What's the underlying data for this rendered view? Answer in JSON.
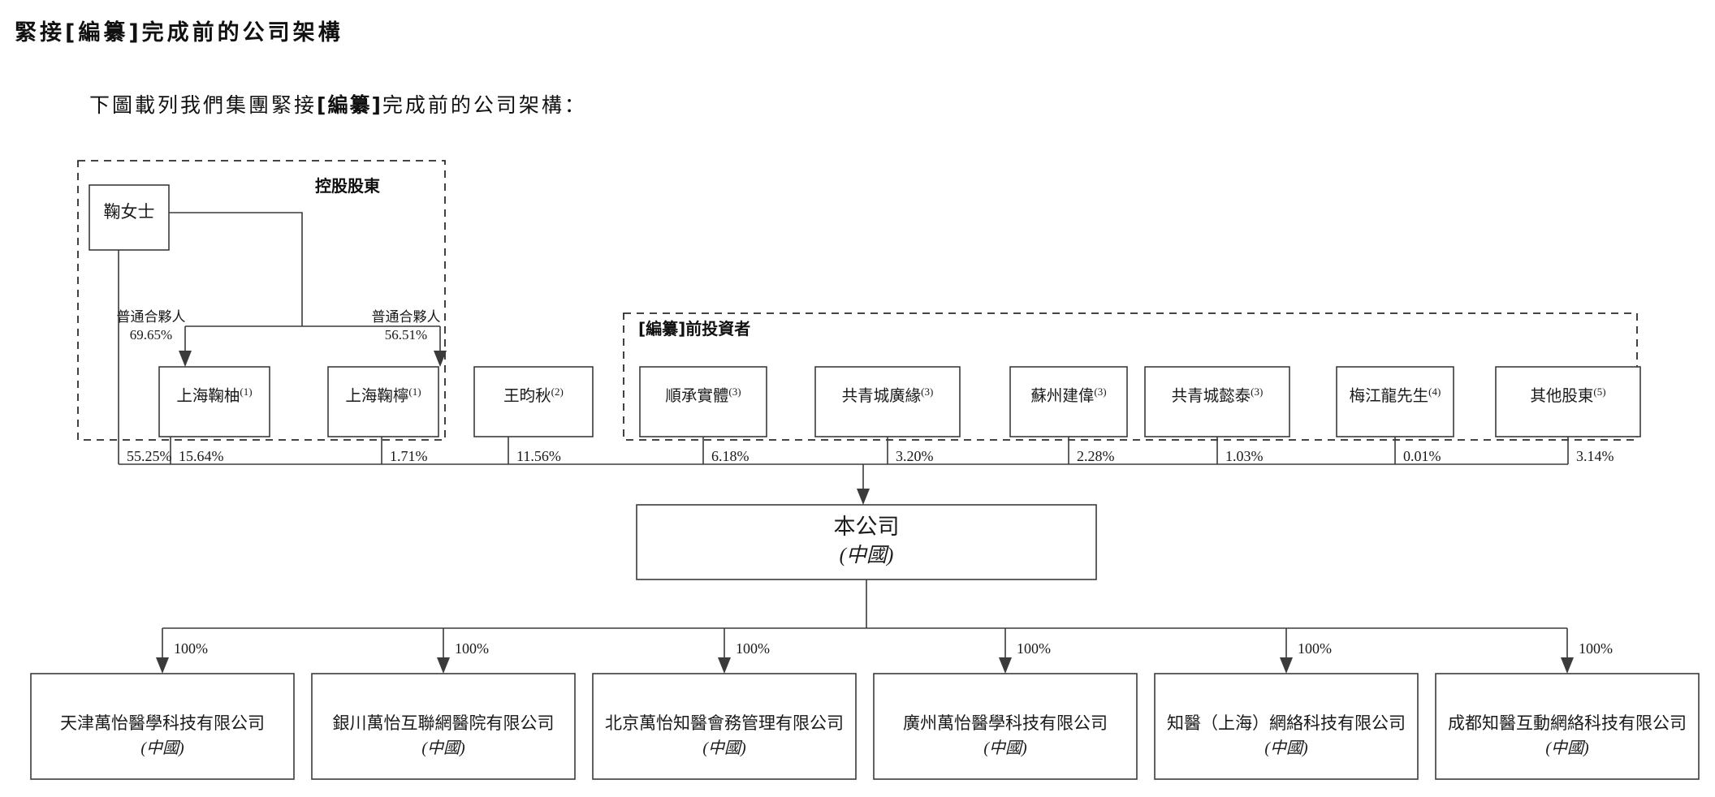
{
  "page": {
    "title": "緊接[編纂]完成前的公司架構",
    "intro_before": "下圖載列我們集團緊接",
    "intro_bracket": "[編纂]",
    "intro_after": "完成前的公司架構："
  },
  "groups": {
    "controlling": "控股股東",
    "pre_investors": "[編纂]前投資者"
  },
  "person": {
    "name": "鞠女士",
    "gp_label_left": "普通合夥人",
    "gp_pct_left": "69.65%",
    "gp_label_right": "普通合夥人",
    "gp_pct_right": "56.51%"
  },
  "shareholders": [
    {
      "name": "上海鞠柚",
      "sup": "(1)",
      "pct": "55.25%"
    },
    {
      "name": "上海鞠柚",
      "sup": "(1)",
      "pct": "15.64%"
    },
    {
      "name": "上海鞠檸",
      "sup": "(1)",
      "pct": "1.71%"
    },
    {
      "name": "王昀秋",
      "sup": "(2)",
      "pct": "11.56%"
    },
    {
      "name": "順承實體",
      "sup": "(3)",
      "pct": "6.18%"
    },
    {
      "name": "共青城廣緣",
      "sup": "(3)",
      "pct": "3.20%"
    },
    {
      "name": "蘇州建偉",
      "sup": "(3)",
      "pct": "2.28%"
    },
    {
      "name": "共青城懿泰",
      "sup": "(3)",
      "pct": "1.03%"
    },
    {
      "name": "梅江龍先生",
      "sup": "(4)",
      "pct": "0.01%"
    },
    {
      "name": "其他股東",
      "sup": "(5)",
      "pct": "3.14%"
    }
  ],
  "boxes_top": [
    {
      "name": "上海鞠柚",
      "sup": "(1)"
    },
    {
      "name": "上海鞠檸",
      "sup": "(1)"
    },
    {
      "name": "王昀秋",
      "sup": "(2)"
    },
    {
      "name": "順承實體",
      "sup": "(3)"
    },
    {
      "name": "共青城廣緣",
      "sup": "(3)"
    },
    {
      "name": "蘇州建偉",
      "sup": "(3)"
    },
    {
      "name": "共青城懿泰",
      "sup": "(3)"
    },
    {
      "name": "梅江龍先生",
      "sup": "(4)"
    },
    {
      "name": "其他股東",
      "sup": "(5)"
    }
  ],
  "company": {
    "name": "本公司",
    "jurisdiction": "(中國)"
  },
  "subsidiaries": [
    {
      "name": "天津萬怡醫學科技有限公司",
      "jurisdiction": "(中國)",
      "pct": "100%"
    },
    {
      "name": "銀川萬怡互聯網醫院有限公司",
      "jurisdiction": "(中國)",
      "pct": "100%"
    },
    {
      "name": "北京萬怡知醫會務管理有限公司",
      "jurisdiction": "(中國)",
      "pct": "100%"
    },
    {
      "name": "廣州萬怡醫學科技有限公司",
      "jurisdiction": "(中國)",
      "pct": "100%"
    },
    {
      "name": "知醫（上海）網絡科技有限公司",
      "jurisdiction": "(中國)",
      "pct": "100%"
    },
    {
      "name": "成都知醫互動網絡科技有限公司",
      "jurisdiction": "(中國)",
      "pct": "100%"
    }
  ],
  "colors": {
    "line": "#3b3b3b",
    "text": "#1a1a1a",
    "background": "#ffffff"
  }
}
